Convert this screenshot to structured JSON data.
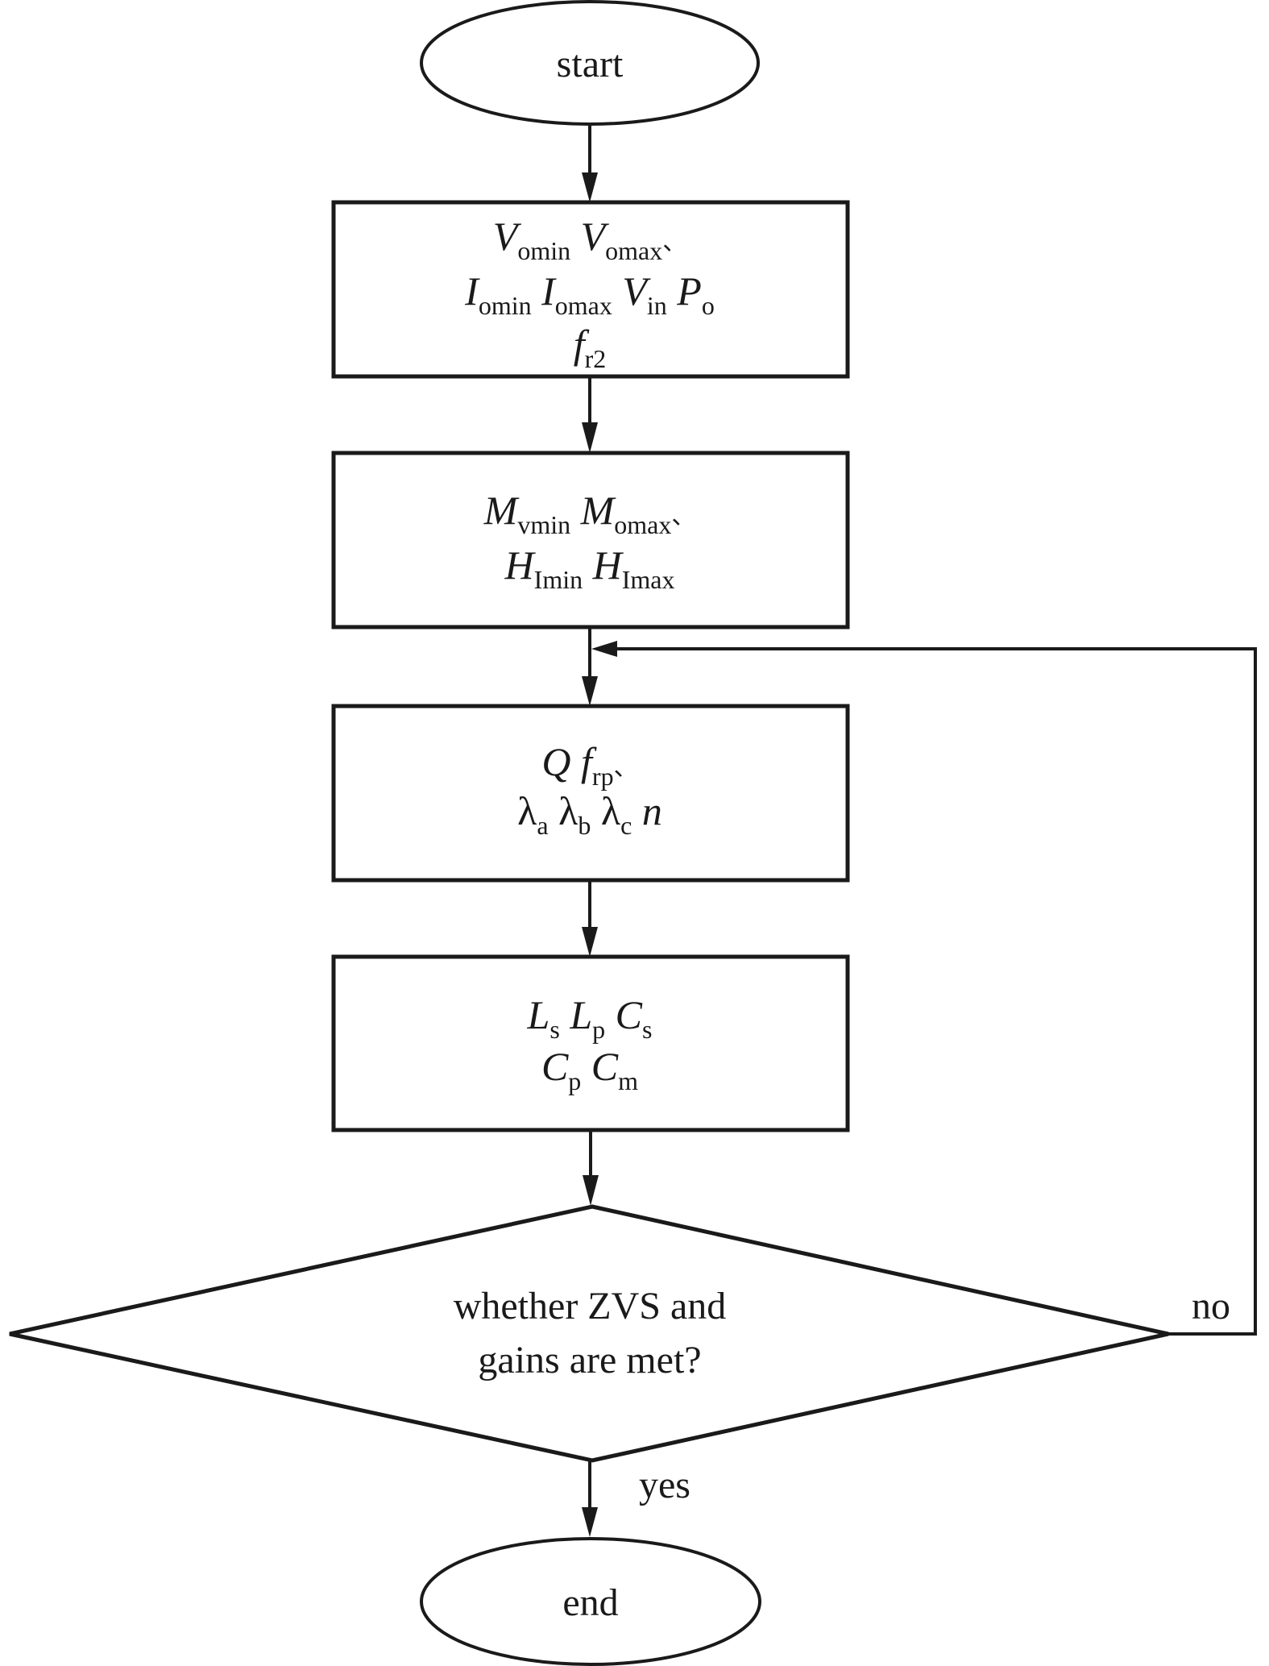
{
  "diagram": {
    "type": "flowchart",
    "colors": {
      "stroke": "#1a1a1a",
      "background": "#ffffff"
    },
    "nodes": {
      "start": {
        "shape": "ellipse",
        "label": "start"
      },
      "inputs": {
        "shape": "rectangle",
        "lines": [
          [
            {
              "v": "V",
              "s": "omin"
            },
            {
              "v": "V",
              "s": "omax"
            },
            {
              "p": "、"
            }
          ],
          [
            {
              "v": "I",
              "s": "omin"
            },
            {
              "v": "I",
              "s": "omax"
            },
            {
              "v": "V",
              "s": "in"
            },
            {
              "v": "P",
              "s": "o"
            }
          ],
          [
            {
              "v": "f",
              "s": "r2"
            }
          ]
        ]
      },
      "gains": {
        "shape": "rectangle",
        "lines": [
          [
            {
              "v": "M",
              "s": "vmin"
            },
            {
              "v": "M",
              "s": "omax"
            },
            {
              "p": "、"
            }
          ],
          [
            {
              "v": "H",
              "s": "Imin"
            },
            {
              "v": "H",
              "s": "Imax"
            }
          ]
        ]
      },
      "params": {
        "shape": "rectangle",
        "lines": [
          [
            {
              "v": "Q",
              "s": ""
            },
            {
              "v": "f",
              "s": "rp"
            },
            {
              "p": "、"
            }
          ],
          [
            {
              "u": "λ",
              "s": "a"
            },
            {
              "u": "λ",
              "s": "b"
            },
            {
              "u": "λ",
              "s": "c"
            },
            {
              "v": "n",
              "s": ""
            }
          ]
        ]
      },
      "components": {
        "shape": "rectangle",
        "lines": [
          [
            {
              "v": "L",
              "s": "s"
            },
            {
              "v": "L",
              "s": "p"
            },
            {
              "v": "C",
              "s": "s"
            }
          ],
          [
            {
              "v": "C",
              "s": "p"
            },
            {
              "v": "C",
              "s": "m"
            }
          ]
        ]
      },
      "decision": {
        "shape": "diamond",
        "lines": [
          "whether ZVS and",
          "gains are met?"
        ]
      },
      "end": {
        "shape": "ellipse",
        "label": "end"
      }
    },
    "edges": {
      "yes_label": "yes",
      "no_label": "no"
    }
  }
}
